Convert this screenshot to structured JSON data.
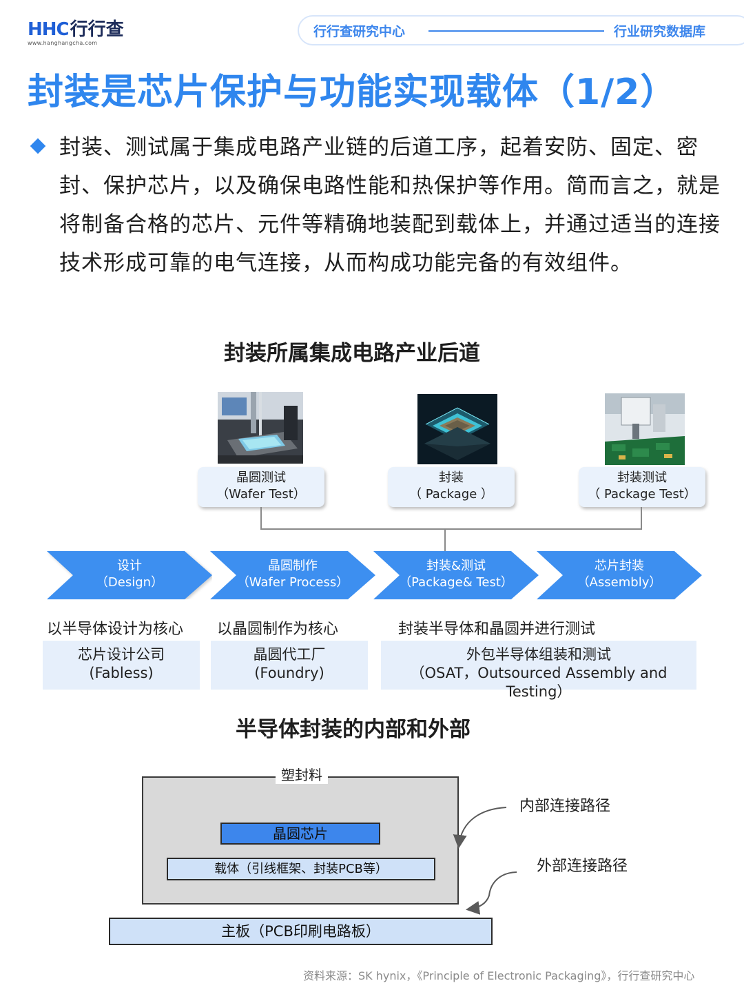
{
  "header": {
    "logo_text": "HHC",
    "logo_cn": "行行查",
    "logo_url": "www.hanghangcha.com",
    "left_label": "行行查研究中心",
    "right_label": "行业研究数据库"
  },
  "title": "封装是芯片保护与功能实现载体（1/2）",
  "paragraph": "封装、测试属于集成电路产业链的后道工序，起着安防、固定、密封、保护芯片，以及确保电路性能和热保护等作用。简而言之，就是将制备合格的芯片、元件等精确地装配到载体上，并通过适当的连接技术形成可靠的电气连接，从而构成功能完备的有效组件。",
  "section1": {
    "title": "封装所属集成电路产业后道",
    "sub_steps": [
      {
        "cn": "晶圆测试",
        "en": "（Wafer Test）",
        "image": "wafer-test-photo"
      },
      {
        "cn": "封装",
        "en": "（ Package ）",
        "image": "package-chip-photo"
      },
      {
        "cn": "封装测试",
        "en": "（ Package  Test）",
        "image": "package-test-photo"
      }
    ],
    "chevrons": [
      {
        "cn": "设计",
        "en": "（Design）"
      },
      {
        "cn": "晶圆制作",
        "en": "（Wafer Process）"
      },
      {
        "cn": "封装&测试",
        "en": "（Package& Test）"
      },
      {
        "cn": "芯片封装",
        "en": "（Assembly）"
      }
    ],
    "descriptions": [
      "以半导体设计为核心",
      "以晶圆制作为核心",
      "封装半导体和晶圆并进行测试"
    ],
    "categories": [
      {
        "cn": "芯片设计公司",
        "en": "(Fabless)"
      },
      {
        "cn": "晶圆代工厂",
        "en": "(Foundry)"
      },
      {
        "cn": "外包半导体组装和测试",
        "en": "（OSAT，Outsourced Assembly and Testing）"
      }
    ],
    "colors": {
      "chevron": "#3d8ff0",
      "box": "#e6effb"
    }
  },
  "section2": {
    "title": "半导体封装的内部和外部",
    "mold_label": "塑封料",
    "wafer_label": "晶圆芯片",
    "carrier_label": "载体（引线框架、封装PCB等）",
    "board_label": "主板（PCB印刷电路板）",
    "internal_label": "内部连接路径",
    "external_label": "外部连接路径"
  },
  "source": "资料来源：SK hynix，《Principle of Electronic Packaging》，行行查研究中心"
}
